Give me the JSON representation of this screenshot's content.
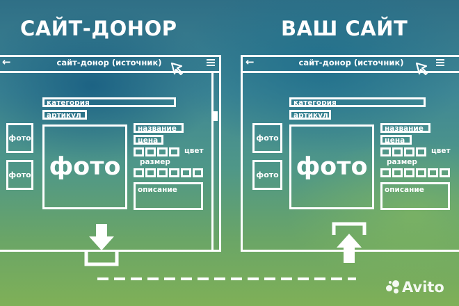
{
  "left": {
    "heading": "САЙТ-ДОНОР",
    "window_title": "сайт-донор (источник)"
  },
  "right": {
    "heading": "ВАШ САЙТ",
    "window_title": "сайт-донор (источник)"
  },
  "fields": {
    "category": "категория",
    "sku": "артикул",
    "thumb_1": "фото",
    "thumb_2": "фото",
    "main_photo": "фото",
    "name": "название",
    "price": "цена",
    "color": "цвет",
    "size": "размер",
    "description": "описание"
  },
  "icons": {
    "back": "←",
    "cursor": "arrow-cursor-icon",
    "menu": "hamburger-icon",
    "download": "download-arrow-icon",
    "upload": "upload-arrow-icon"
  },
  "watermark": "Avito",
  "colors": {
    "line": "#ffffff",
    "bg_top": "#2f6f86",
    "bg_bottom": "#7fb057"
  }
}
